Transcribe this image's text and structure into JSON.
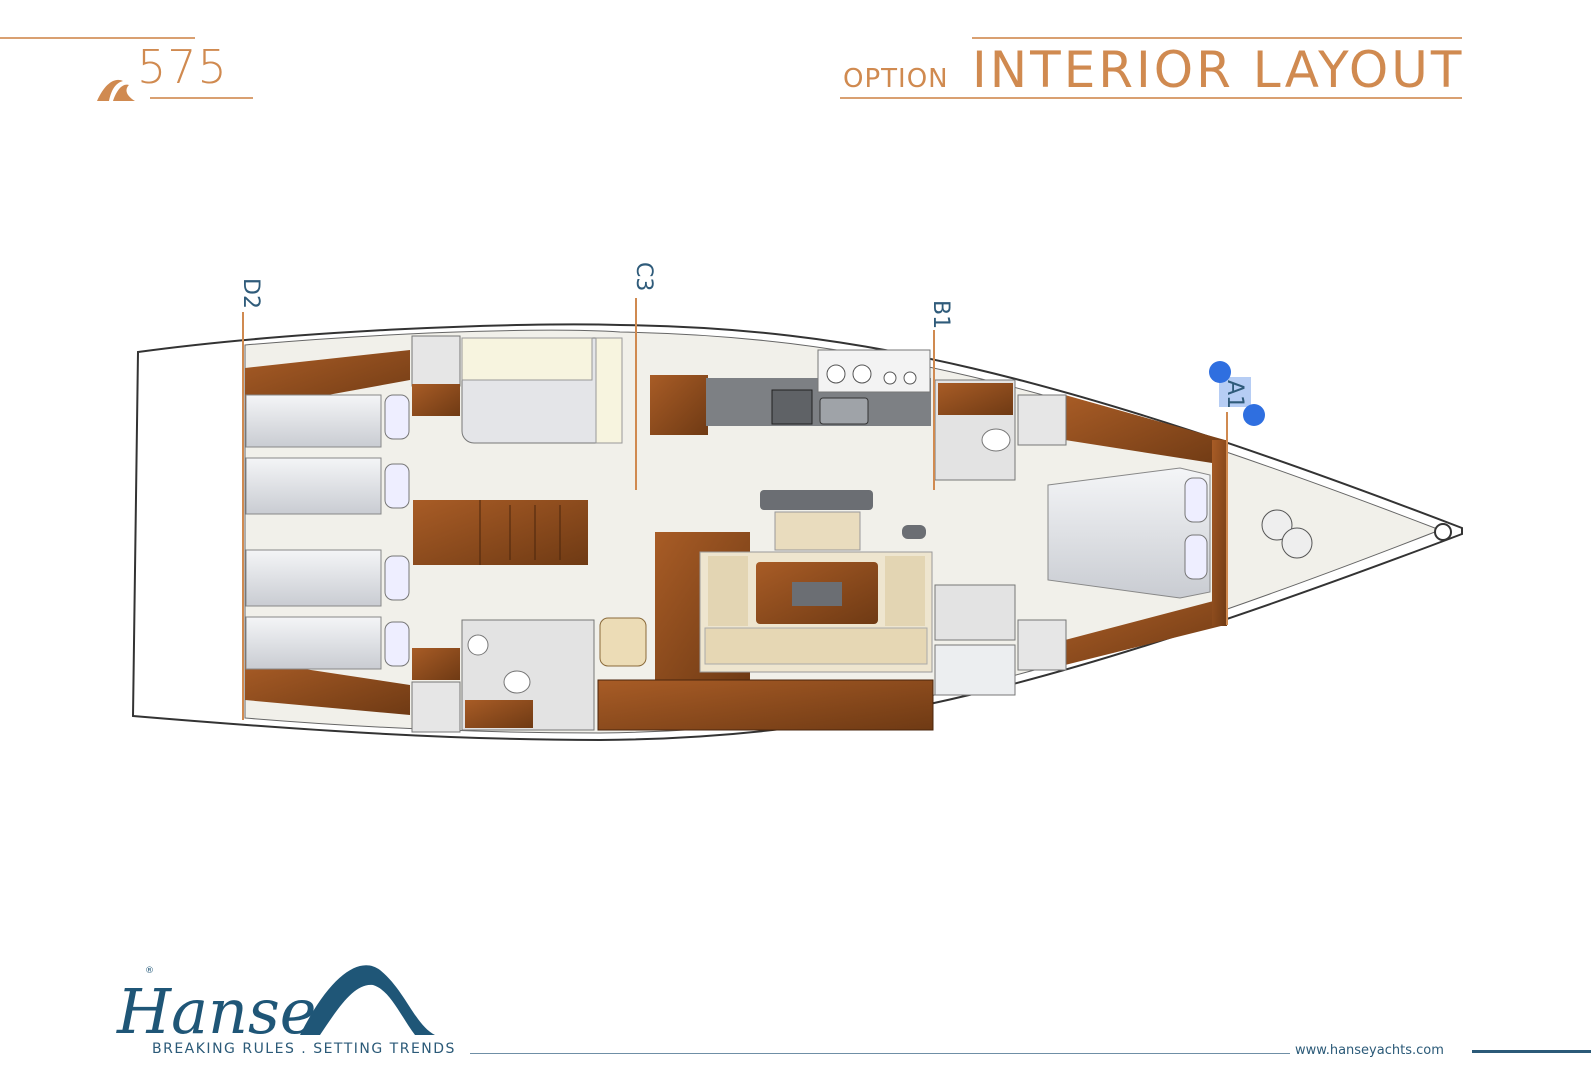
{
  "header": {
    "model": "575",
    "option_label": "OPTION",
    "title": "INTERIOR LAYOUT"
  },
  "plan": {
    "sections": [
      {
        "label": "D2",
        "selected": false
      },
      {
        "label": "C3",
        "selected": false
      },
      {
        "label": "B1",
        "selected": false
      },
      {
        "label": "A1",
        "selected": true
      }
    ]
  },
  "footer": {
    "brand": "Hanse",
    "tagline": "BREAKING RULES . SETTING TRENDS",
    "url": "www.hanseyachts.com"
  },
  "colors": {
    "accent": "#d08a50",
    "brand_blue": "#1f5677",
    "wood": "#8a4a1c",
    "selection": "#2f6fe0"
  }
}
